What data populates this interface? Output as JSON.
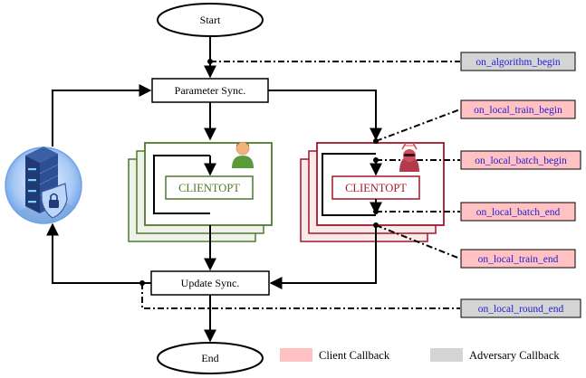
{
  "flow": {
    "start": "Start",
    "param_sync": "Parameter Sync.",
    "update_sync": "Update Sync.",
    "end": "End"
  },
  "clients": {
    "benign_label": "CLIENTOPT",
    "adversary_label": "CLIENTOPT"
  },
  "callbacks": {
    "on_algorithm_begin": "on_algorithm_begin",
    "on_local_train_begin": "on_local_train_begin",
    "on_local_batch_begin": "on_local_batch_begin",
    "on_local_batch_end": "on_local_batch_end",
    "on_local_train_end": "on_local_train_end",
    "on_local_round_end": "on_local_round_end"
  },
  "legend": {
    "client_callback": "Client Callback",
    "adversary_callback": "Adversary Callback"
  },
  "colors": {
    "client_callback_fill": "#ffc1c1",
    "adversary_callback_fill": "#d4d4d4",
    "callback_text": "#1f1fd6",
    "benign_client": "#4e7a2a",
    "adversary_client": "#a0172a",
    "server_circle": "#6fa3e6"
  },
  "icons": {
    "server": "server-shield-lock-icon",
    "benign_user": "user-icon",
    "adversary_user": "hacker-icon"
  }
}
